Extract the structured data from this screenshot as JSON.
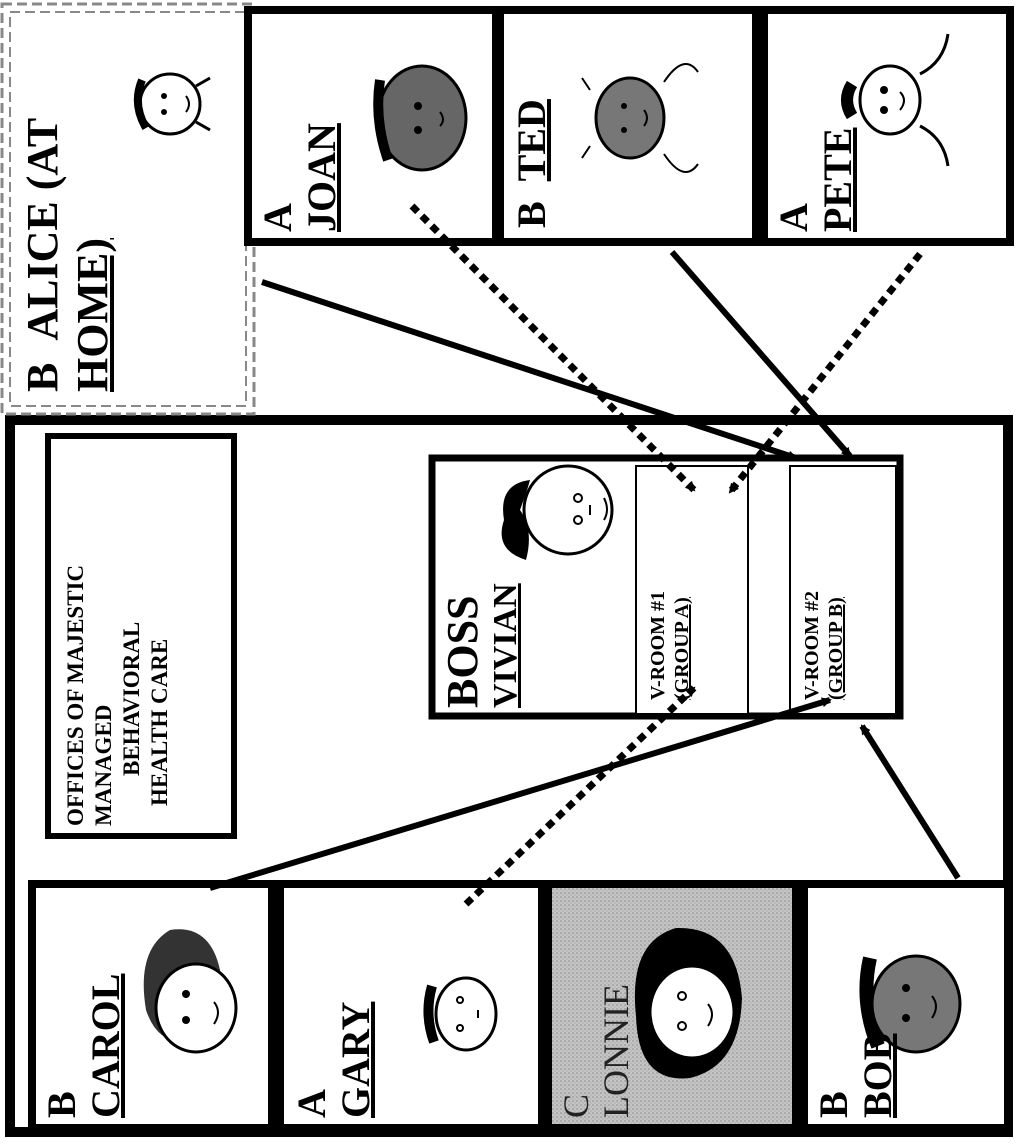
{
  "title": {
    "line1": "OFFICES OF MAJESTIC",
    "line2": "MANAGED",
    "line3": "BEHAVIORAL",
    "line4": "HEALTH CARE"
  },
  "boss": {
    "role": "BOSS",
    "name": "VIVIAN",
    "rooms": [
      {
        "label": "V-ROOM #1",
        "group": "(GROUP A)"
      },
      {
        "label": "V-ROOM #2",
        "group": "(GROUP B)"
      }
    ]
  },
  "people": [
    {
      "group": "B",
      "name": "ALICE (AT",
      "name2": "HOME)",
      "remote": true
    },
    {
      "group": "A",
      "name": "JOAN"
    },
    {
      "group": "B",
      "name": "TED"
    },
    {
      "group": "A",
      "name": "PETE"
    },
    {
      "group": "B",
      "name": "CAROL"
    },
    {
      "group": "A",
      "name": "GARY"
    },
    {
      "group": "C",
      "name": "LONNIE",
      "shaded": true
    },
    {
      "group": "B",
      "name": "BOB"
    }
  ],
  "colors": {
    "line": "#000000",
    "shade": "#b3b3b3",
    "remote_border": "#888888"
  }
}
